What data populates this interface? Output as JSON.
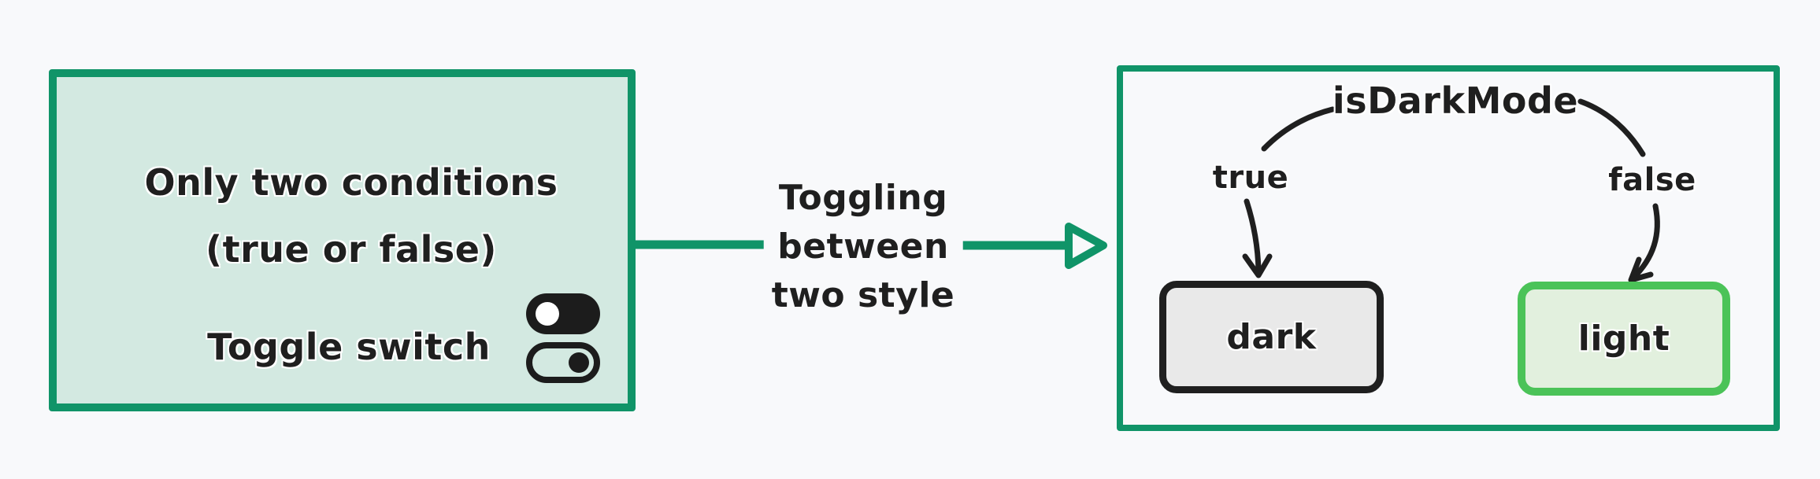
{
  "colors": {
    "background": "#F8F9FB",
    "accent_green": "#109468",
    "mint_fill": "#D3E9E1",
    "bright_green": "#4BC358",
    "light_green_fill": "#E2F0DE",
    "gray_fill": "#E9E9E9",
    "ink": "#1F1F1F"
  },
  "left_box": {
    "line1": "Only two conditions",
    "line2": "(true or false)",
    "toggle_label": "Toggle switch"
  },
  "arrow": {
    "label_lines": [
      "Toggling",
      "between",
      "two style"
    ]
  },
  "right_box": {
    "title": "isDarkMode",
    "true_label": "true",
    "false_label": "false",
    "dark_label": "dark",
    "light_label": "light"
  }
}
